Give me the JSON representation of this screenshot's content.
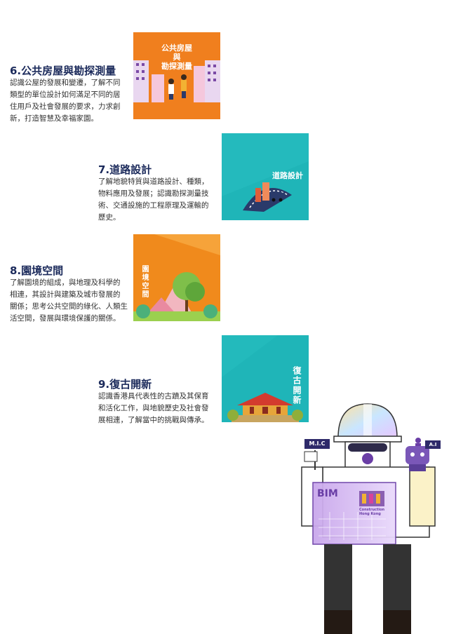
{
  "items": [
    {
      "title": "6.公共房屋與勘探測量",
      "desc": [
        "認識公屋的發展和變遷，了解不同",
        "類型的單位設計如何滿足不同的居",
        "住用戶及社會發展的要求，力求創",
        "新，打造智慧及幸福家園。"
      ],
      "tile_label": [
        "公共房屋",
        "與",
        "勘探測量"
      ],
      "tile_color": "#f07f1e"
    },
    {
      "title": "7.道路設計",
      "desc": [
        "了解地貌特質與道路設計、種類，",
        "物料應用及發展；認識勘探測量技",
        "術、交通設施的工程原理及運輸的",
        "歷史。"
      ],
      "tile_label": "道路設計",
      "tile_color": "#1fb5b8"
    },
    {
      "title": "8.園境空間",
      "desc": [
        "了解園境的組成，與地理及科學的",
        "相連，其設計與建築及城市發展的",
        "關係；思考公共空間的綠化、人類生",
        "活空間，發展與環境保護的關係。"
      ],
      "tile_label": "園境空間",
      "tile_color": "#f08a1c"
    },
    {
      "title": "9.復古開新",
      "desc": [
        "認識香港具代表性的古蹟及其保育",
        "和活化工作，與地貌歷史及社會發",
        "展相連，了解當中的挑戰與傳承。"
      ],
      "tile_label": "復古開新",
      "tile_color": "#1fb5b8"
    }
  ],
  "robot": {
    "sign_left": "M.I.C",
    "sign_right": "A.I",
    "board_title": "BIM",
    "board_sub": [
      "Construction",
      "Hong Kong"
    ]
  }
}
